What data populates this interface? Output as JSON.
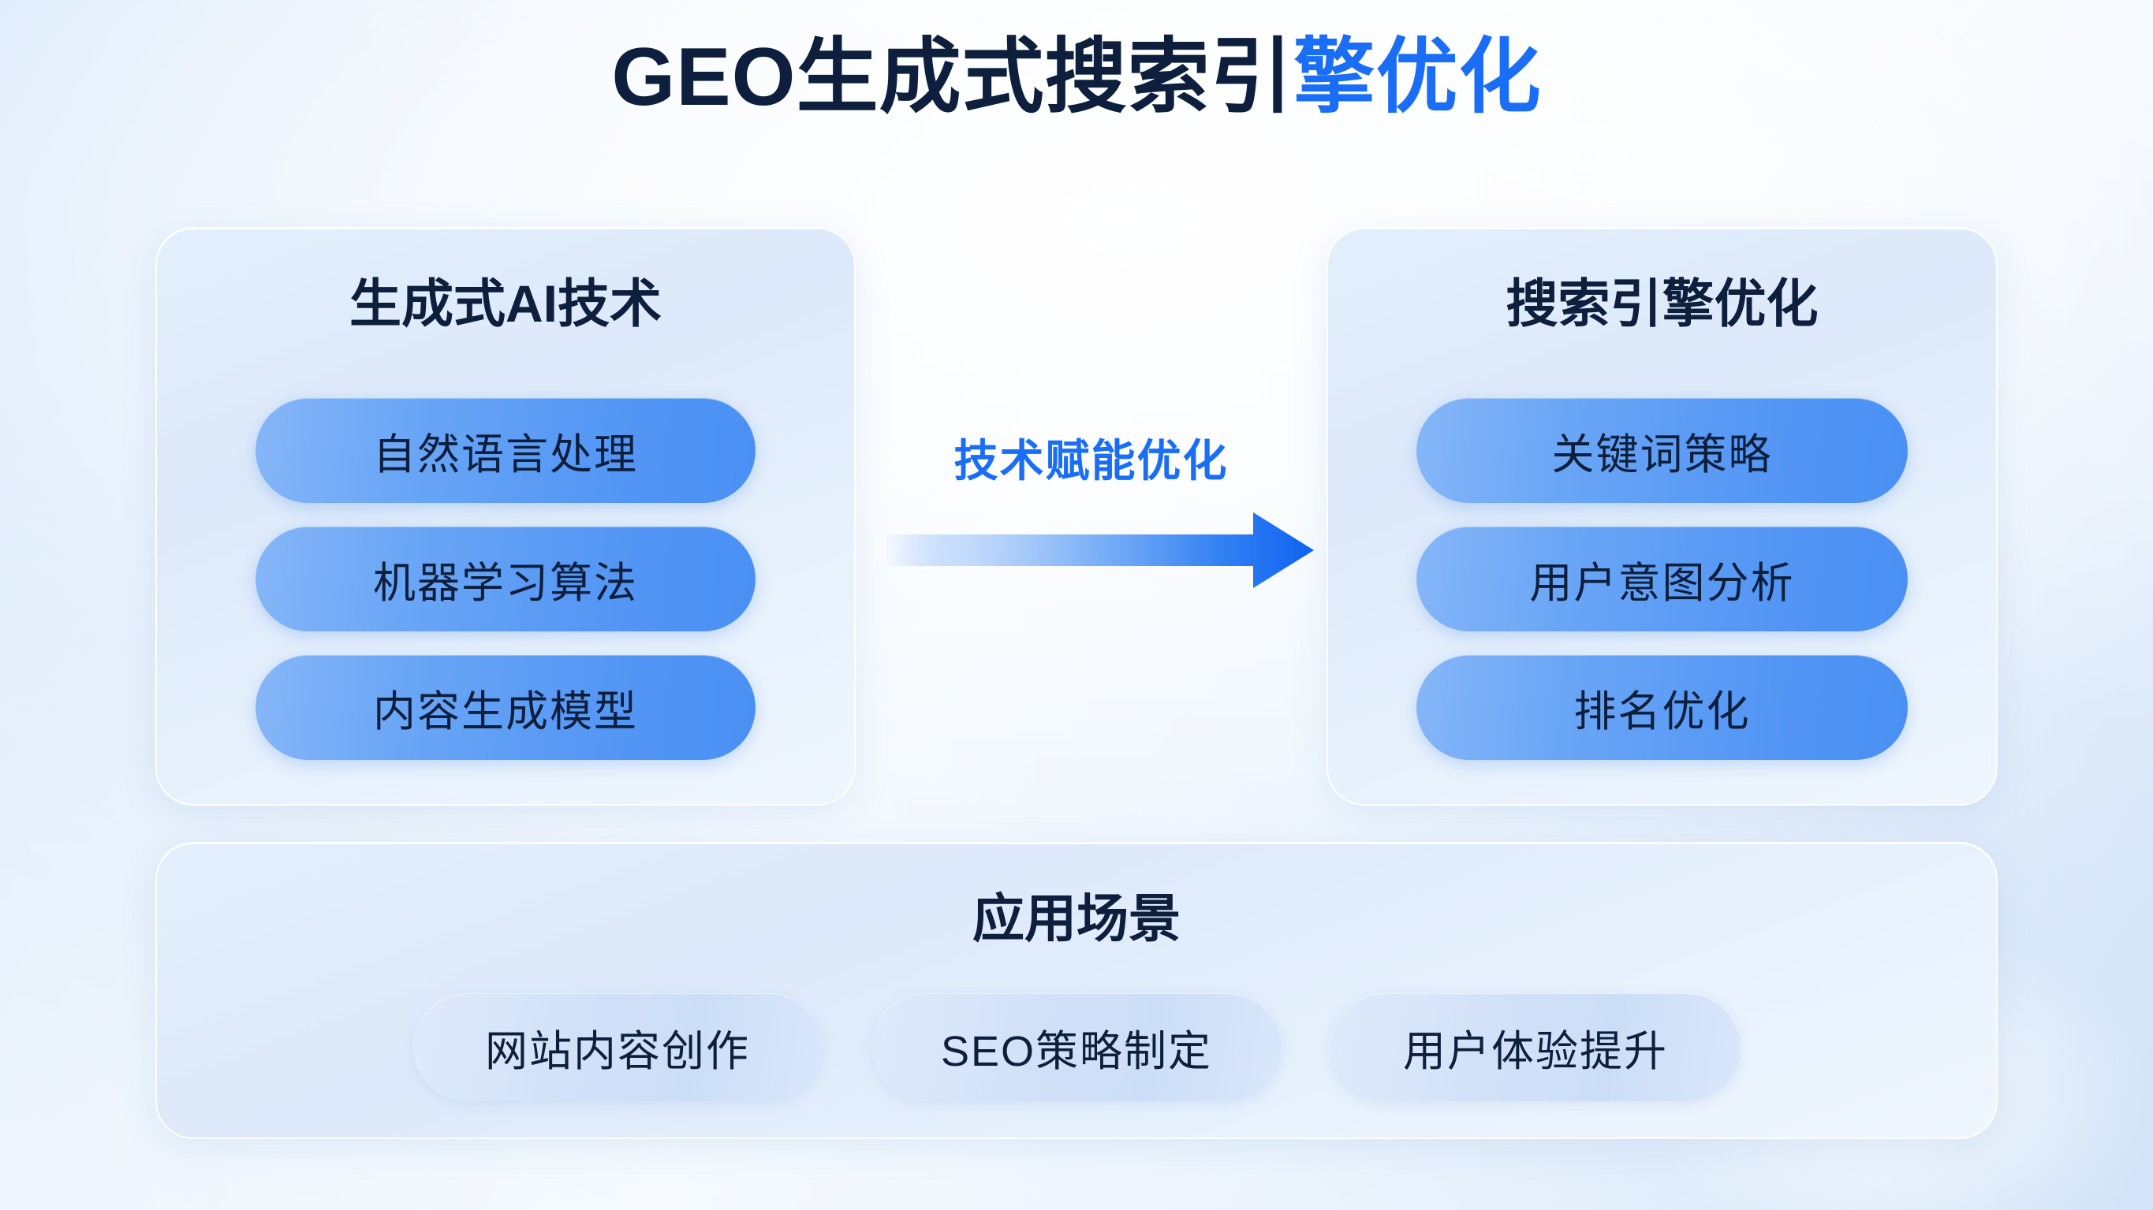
{
  "page": {
    "title_dark": "GEO生成式搜索引",
    "title_accent": "擎优化",
    "accent_color": "#1a6ef5",
    "text_color": "#0d1f3c",
    "background_color": "#e2eefb"
  },
  "left_card": {
    "title": "生成式AI技术",
    "pills": [
      {
        "label": "自然语言处理"
      },
      {
        "label": "机器学习算法"
      },
      {
        "label": "内容生成模型"
      }
    ]
  },
  "right_card": {
    "title": "搜索引擎优化",
    "pills": [
      {
        "label": "关键词策略"
      },
      {
        "label": "用户意图分析"
      },
      {
        "label": "排名优化"
      }
    ]
  },
  "connector": {
    "label": "技术赋能优化",
    "direction": "right",
    "icon": "arrow-right-icon"
  },
  "bottom_card": {
    "title": "应用场景",
    "pills": [
      {
        "label": "网站内容创作"
      },
      {
        "label": "SEO策略制定"
      },
      {
        "label": "用户体验提升"
      }
    ]
  }
}
